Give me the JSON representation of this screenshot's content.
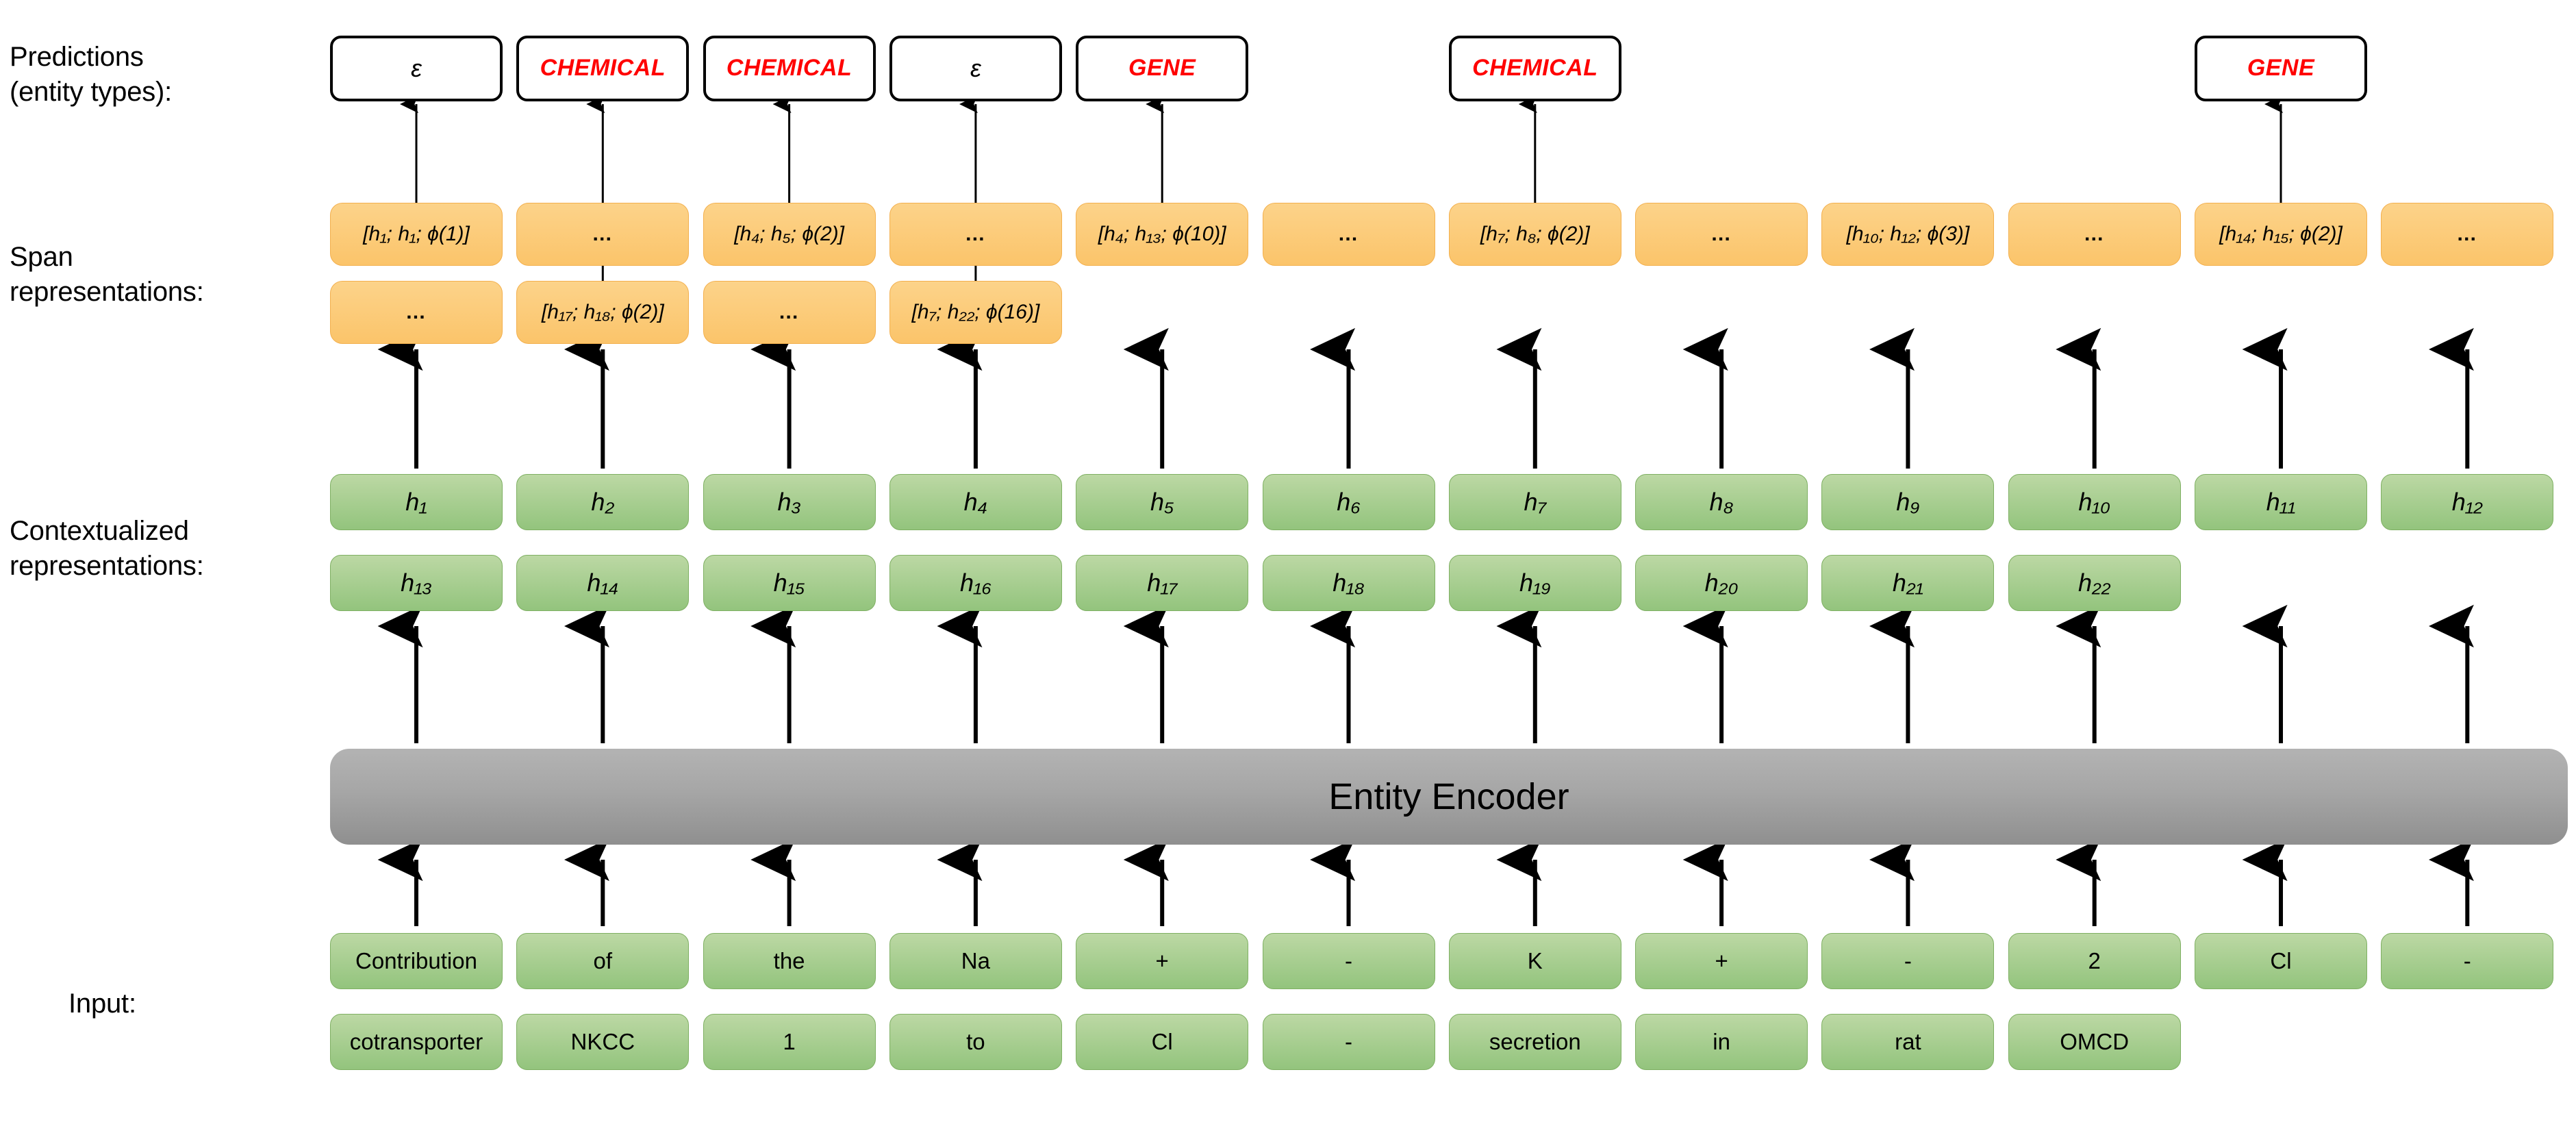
{
  "labels": {
    "predictions": "Predictions\n(entity types):",
    "span_representations": "Span\nrepresentations:",
    "contextualized_representations": "Contextualized\nrepresentations:",
    "input": "Input:"
  },
  "colors": {
    "entity_type_text": "#ff0000",
    "span_box_fill": "#fbc46a",
    "token_box_fill": "#93c47d",
    "encoder_fill": "#a6a6a6",
    "box_border": "#000000"
  },
  "encoder": {
    "title": "Entity Encoder"
  },
  "predictions": [
    {
      "col": 1,
      "label": "ε",
      "kind": "epsilon"
    },
    {
      "col": 2,
      "label": "CHEMICAL",
      "kind": "entity"
    },
    {
      "col": 3,
      "label": "CHEMICAL",
      "kind": "entity"
    },
    {
      "col": 4,
      "label": "ε",
      "kind": "epsilon"
    },
    {
      "col": 5,
      "label": "GENE",
      "kind": "entity"
    },
    {
      "col": 7,
      "label": "CHEMICAL",
      "kind": "entity"
    },
    {
      "col": 11,
      "label": "GENE",
      "kind": "entity"
    }
  ],
  "span_row_1": [
    {
      "col": 1,
      "text": "[h₁; h₁; ϕ(1)]",
      "ellipsis": false
    },
    {
      "col": 2,
      "text": "…",
      "ellipsis": true
    },
    {
      "col": 3,
      "text": "[h₄; h₅; ϕ(2)]",
      "ellipsis": false
    },
    {
      "col": 4,
      "text": "…",
      "ellipsis": true
    },
    {
      "col": 5,
      "text": "[h₄; h₁₃; ϕ(10)]",
      "ellipsis": false
    },
    {
      "col": 6,
      "text": "…",
      "ellipsis": true
    },
    {
      "col": 7,
      "text": "[h₇; h₈; ϕ(2)]",
      "ellipsis": false
    },
    {
      "col": 8,
      "text": "…",
      "ellipsis": true
    },
    {
      "col": 9,
      "text": "[h₁₀; h₁₂; ϕ(3)]",
      "ellipsis": false
    },
    {
      "col": 10,
      "text": "…",
      "ellipsis": true
    },
    {
      "col": 11,
      "text": "[h₁₄; h₁₅; ϕ(2)]",
      "ellipsis": false
    },
    {
      "col": 12,
      "text": "…",
      "ellipsis": true
    }
  ],
  "span_row_2": [
    {
      "col": 1,
      "text": "…",
      "ellipsis": true
    },
    {
      "col": 2,
      "text": "[h₁₇; h₁₈; ϕ(2)]",
      "ellipsis": false
    },
    {
      "col": 3,
      "text": "…",
      "ellipsis": true
    },
    {
      "col": 4,
      "text": "[h₇; h₂₂; ϕ(16)]",
      "ellipsis": false
    }
  ],
  "contextualized_row_1": [
    "h₁",
    "h₂",
    "h₃",
    "h₄",
    "h₅",
    "h₆",
    "h₇",
    "h₈",
    "h₉",
    "h₁₀",
    "h₁₁",
    "h₁₂"
  ],
  "contextualized_row_2": [
    "h₁₃",
    "h₁₄",
    "h₁₅",
    "h₁₆",
    "h₁₇",
    "h₁₈",
    "h₁₉",
    "h₂₀",
    "h₂₁",
    "h₂₂"
  ],
  "input_row_1": [
    "Contribution",
    "of",
    "the",
    "Na",
    "+",
    "-",
    "K",
    "+",
    "-",
    "2",
    "Cl",
    "-"
  ],
  "input_row_2": [
    "cotransporter",
    "NKCC",
    "1",
    "to",
    "Cl",
    "-",
    "secretion",
    "in",
    "rat",
    "OMCD"
  ],
  "arrow_sources": {
    "prediction_from_span_row": {
      "1": 1,
      "2": 2,
      "3": 1,
      "4": 2,
      "5": 1,
      "7": 1,
      "11": 1
    }
  }
}
